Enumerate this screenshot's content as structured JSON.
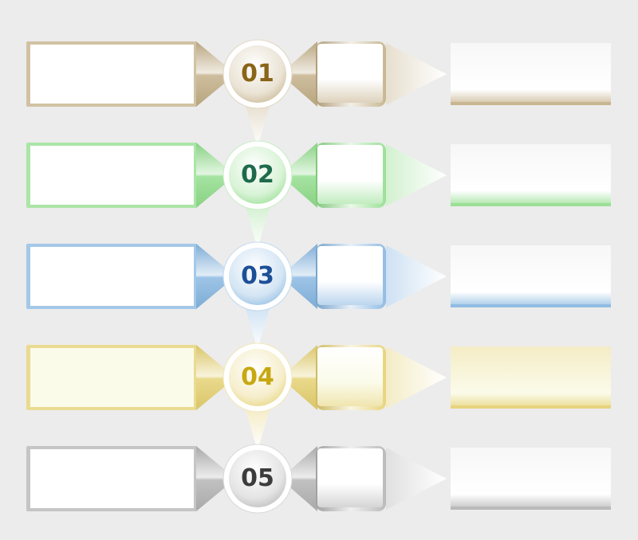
{
  "steps": [
    {
      "number": "01",
      "accent": "#c2ae86",
      "text_color": "#8a6418",
      "fill": "#ffffff"
    },
    {
      "number": "02",
      "accent": "#8fdc8a",
      "text_color": "#1e6a4c",
      "fill": "#ffffff"
    },
    {
      "number": "03",
      "accent": "#85b5e0",
      "text_color": "#1d4f97",
      "fill": "#ffffff"
    },
    {
      "number": "04",
      "accent": "#e4cf6e",
      "text_color": "#c8a811",
      "fill": "#fbfbea"
    },
    {
      "number": "05",
      "accent": "#b2b2b2",
      "text_color": "#3c3c3c",
      "fill": "#ffffff"
    }
  ]
}
